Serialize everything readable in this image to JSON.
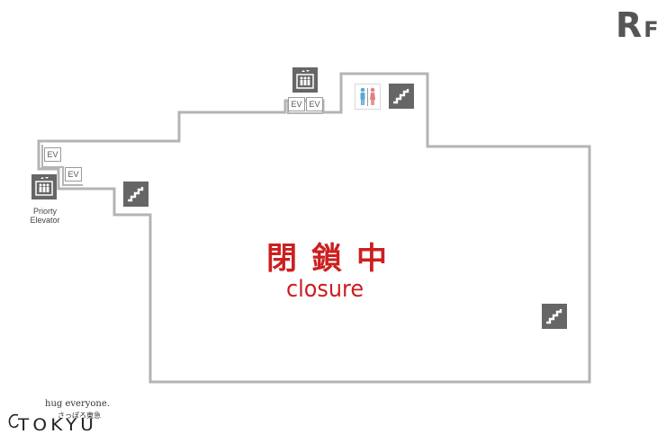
{
  "floor": {
    "main": "R",
    "sub": "F"
  },
  "closure": {
    "japanese": "閉鎖中",
    "english": "closure"
  },
  "elevator_label": "EV",
  "priority_elevator": {
    "line1": "Priorty",
    "line2": "Elevator"
  },
  "brand": {
    "tagline": "hug everyone.",
    "store_jp": "さっぽろ東急",
    "name": "TOKYU"
  },
  "colors": {
    "wall": "#b4b4b4",
    "icon_bg": "#666666",
    "closure_red": "#cc1f1f",
    "floor_label": "#555555"
  },
  "icons": [
    "elevator-icon",
    "priority-elevator-icon",
    "restroom-icon",
    "stairs-icon"
  ]
}
